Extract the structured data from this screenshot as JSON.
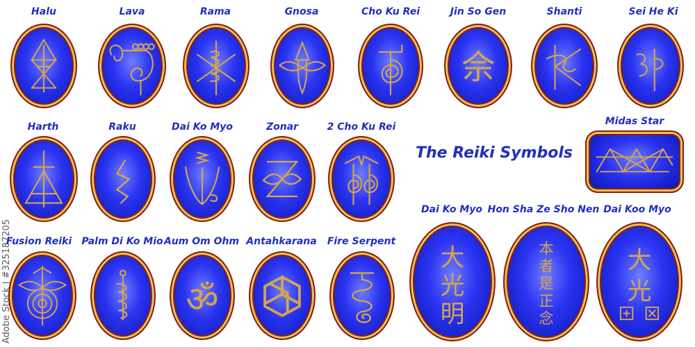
{
  "title": "The Reiki Symbols",
  "watermark": "Adobe Stock | #325187205",
  "symbols": [
    {
      "name": "Halu"
    },
    {
      "name": "Lava"
    },
    {
      "name": "Rama"
    },
    {
      "name": "Gnosa"
    },
    {
      "name": "Cho Ku Rei"
    },
    {
      "name": "Jin So Gen"
    },
    {
      "name": "Shanti"
    },
    {
      "name": "Sei He Ki"
    },
    {
      "name": "Harth"
    },
    {
      "name": "Raku"
    },
    {
      "name": "Dai Ko Myo"
    },
    {
      "name": "Zonar"
    },
    {
      "name": "2 Cho Ku Rei"
    },
    {
      "name": "Midas Star"
    },
    {
      "name": "Fusion Reiki"
    },
    {
      "name": "Palm Di Ko Mio"
    },
    {
      "name": "Aum Om Ohm"
    },
    {
      "name": "Antahkarana"
    },
    {
      "name": "Fire Serpent"
    },
    {
      "name": "Dai Ko Myo",
      "glyphs": [
        "大",
        "光",
        "明"
      ]
    },
    {
      "name": "Hon Sha Ze Sho Nen",
      "glyphs": [
        "本",
        "者",
        "是",
        "正",
        "念"
      ]
    },
    {
      "name": "Dai Koo Myo",
      "glyphs": [
        "大",
        "光"
      ]
    }
  ],
  "colors": {
    "label": "#1f2fbf",
    "gold": "#d4a64a",
    "rim": "#8a1c10",
    "blue": "#2b34f2"
  }
}
